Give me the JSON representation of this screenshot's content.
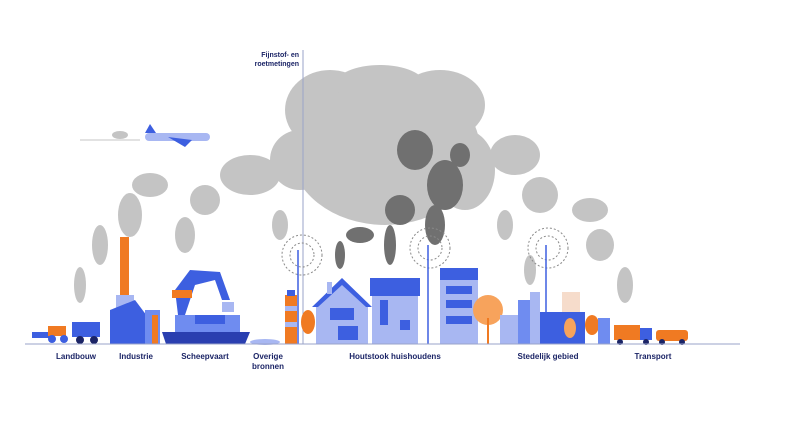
{
  "annotation": {
    "line1": "Fijnstof- en",
    "line2": "roetmetingen"
  },
  "sources": [
    {
      "label": "Landbouw"
    },
    {
      "label": "Industrie"
    },
    {
      "label": "Scheepvaart"
    },
    {
      "label": "Overige",
      "label2": "bronnen"
    },
    {
      "label": "Houtstook huishoudens"
    },
    {
      "label": "Stedelijk gebied"
    },
    {
      "label": "Transport"
    }
  ],
  "colors": {
    "navy": "#1b2466",
    "blue": "#3d5fe0",
    "light_blue": "#a8b7f2",
    "orange": "#f07a22",
    "smoke": "#c4c4c4",
    "dark_smoke": "#707070"
  }
}
